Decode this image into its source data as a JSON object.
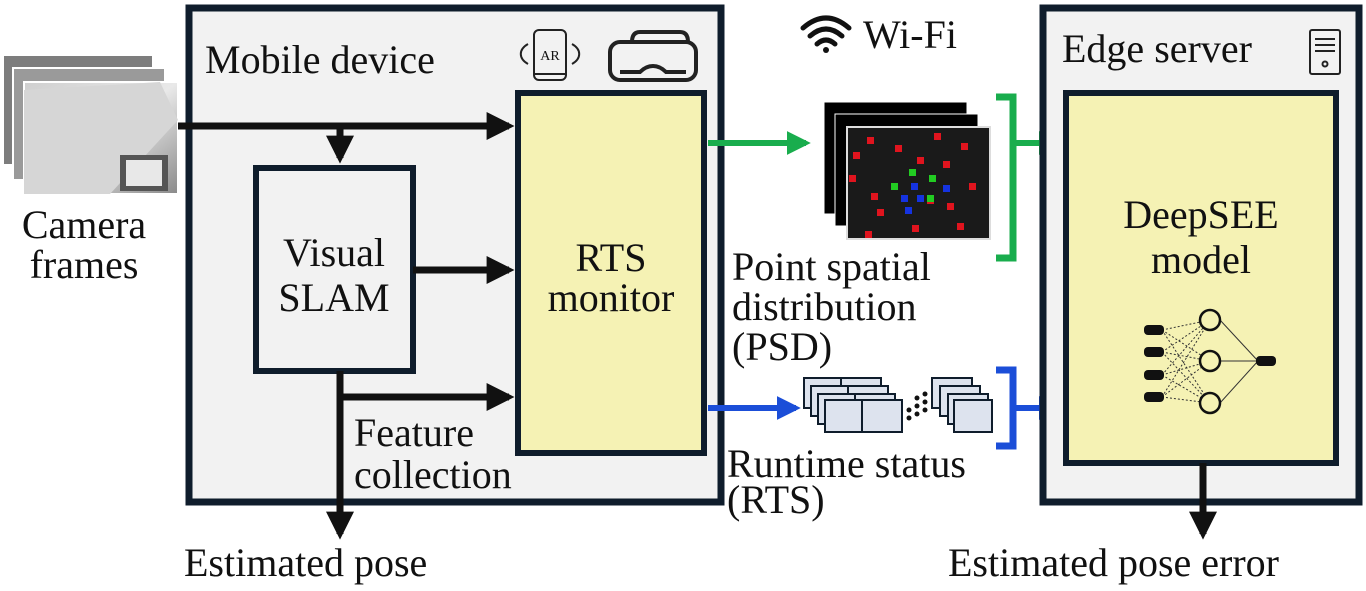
{
  "camera": {
    "label_line1": "Camera",
    "label_line2": "frames"
  },
  "mobile": {
    "title": "Mobile device",
    "ar_badge": "AR",
    "ar_icon": "ar-phone-icon",
    "vr_icon": "vr-headset-icon"
  },
  "slam": {
    "line1": "Visual",
    "line2": "SLAM"
  },
  "rts_monitor": {
    "line1": "RTS",
    "line2": "monitor"
  },
  "feature": {
    "line1": "Feature",
    "line2": "collection"
  },
  "estimated_pose": "Estimated pose",
  "wifi": {
    "label": "Wi-Fi",
    "icon": "wifi-icon"
  },
  "psd": {
    "line1": "Point spatial",
    "line2": "distribution",
    "line3": "(PSD)"
  },
  "rts": {
    "line1": "Runtime status",
    "line2": "(RTS)"
  },
  "edge": {
    "title": "Edge server",
    "icon": "server-icon"
  },
  "deepsee": {
    "line1": "DeepSEE",
    "line2": "model",
    "icon": "neural-network-icon"
  },
  "estimated_pose_error": "Estimated pose error",
  "colors": {
    "panel_fill": "#f2f2f2",
    "box_fill": "#f5f2b4",
    "outline": "#0f1d2c",
    "green_arrow": "#19ad4d",
    "blue_arrow": "#1b4ed8",
    "psd_red": "#e0141e",
    "psd_green": "#22cc22",
    "psd_blue": "#1533e0"
  }
}
